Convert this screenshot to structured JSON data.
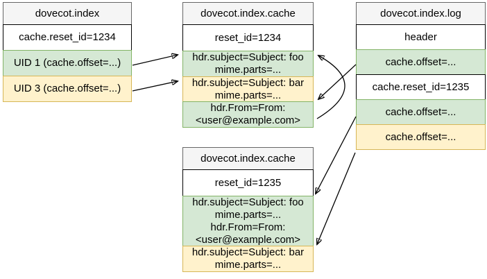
{
  "diagram": {
    "colors": {
      "green_fill": "#d5e8d4",
      "green_border": "#82b366",
      "yellow_fill": "#fff2cc",
      "yellow_border": "#d6b656",
      "title_fill": "#f5f5f5",
      "title_border": "#666666",
      "arrow": "#000000"
    },
    "boxes": [
      {
        "title": "dovecot.index",
        "rows": [
          {
            "type": "white",
            "lines": [
              "cache.reset_id=1234"
            ]
          },
          {
            "type": "green",
            "lines": [
              "UID 1 (cache.offset=...)"
            ]
          },
          {
            "type": "yellow",
            "lines": [
              "UID 3 (cache.offset=...)"
            ]
          }
        ]
      },
      {
        "title": "dovecot.index.cache",
        "rows": [
          {
            "type": "white",
            "lines": [
              "reset_id=1234"
            ]
          },
          {
            "type": "green",
            "lines": [
              "hdr.subject=Subject: foo",
              "mime.parts=..."
            ]
          },
          {
            "type": "yellow",
            "lines": [
              "hdr.subject=Subject: bar",
              "mime.parts=..."
            ]
          },
          {
            "type": "green",
            "lines": [
              "hdr.From=From:",
              "<user@example.com>"
            ]
          }
        ]
      },
      {
        "title": "dovecot.index.cache",
        "rows": [
          {
            "type": "white",
            "lines": [
              "reset_id=1235"
            ]
          },
          {
            "type": "green",
            "lines": [
              "hdr.subject=Subject: foo",
              "mime.parts=...",
              "hdr.From=From:",
              "<user@example.com>"
            ]
          },
          {
            "type": "yellow",
            "lines": [
              "hdr.subject=Subject: bar",
              "mime.parts=..."
            ]
          }
        ]
      },
      {
        "title": "dovecot.index.log",
        "rows": [
          {
            "type": "white",
            "lines": [
              "header"
            ]
          },
          {
            "type": "green",
            "lines": [
              "cache.offset=..."
            ]
          },
          {
            "type": "white",
            "lines": [
              "cache.reset_id=1235"
            ]
          },
          {
            "type": "green",
            "lines": [
              "cache.offset=..."
            ]
          },
          {
            "type": "yellow",
            "lines": [
              "cache.offset=..."
            ]
          }
        ]
      }
    ],
    "connections": [
      {
        "from": "index UID 1 offset",
        "to": "cache1 subject foo record"
      },
      {
        "from": "index UID 3 offset",
        "to": "cache1 subject bar record"
      },
      {
        "from": "log cache.offset 1",
        "to": "cache1 hdr.From record"
      },
      {
        "from": "cache1 hdr.From record",
        "to": "cache1 subject foo record"
      },
      {
        "from": "log cache.offset 2",
        "to": "cache2 subject foo record"
      },
      {
        "from": "log cache.offset 3",
        "to": "cache2 subject bar record"
      }
    ]
  }
}
